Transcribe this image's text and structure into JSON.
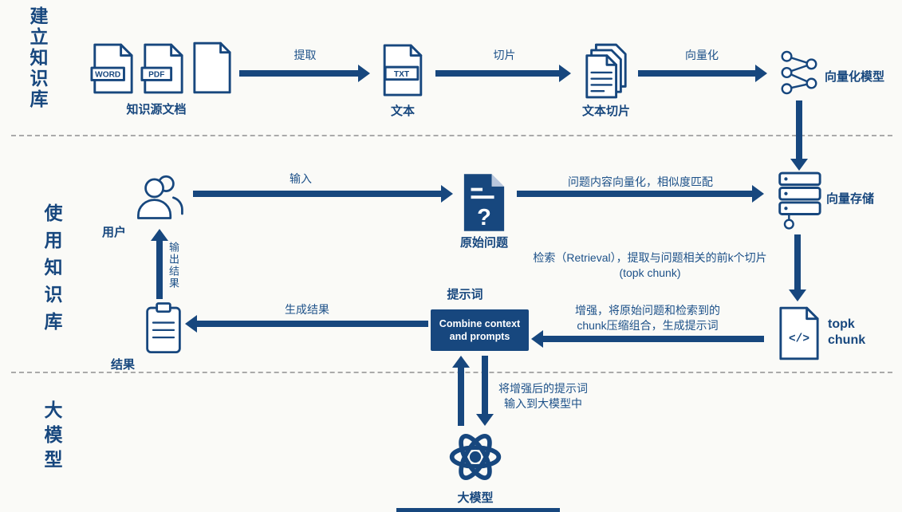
{
  "colors": {
    "primary": "#17477e",
    "labeltext": "#1d5189",
    "background": "#fafaf7",
    "divider": "#aaaaaa"
  },
  "sections": {
    "build": "建立知识库",
    "use": "使用知识库",
    "model": "大模型"
  },
  "build": {
    "source_docs": {
      "label": "知识源文档",
      "word_badge": "WORD",
      "pdf_badge": "PDF"
    },
    "extract_arrow": "提取",
    "text_doc": {
      "label": "文本",
      "badge": "TXT"
    },
    "slice_arrow": "切片",
    "chunks_doc": {
      "label": "文本切片"
    },
    "vectorize_arrow": "向量化",
    "embed_model": {
      "label": "向量化模型"
    }
  },
  "use": {
    "user": {
      "label": "用户"
    },
    "input_arrow": "输入",
    "question": {
      "label": "原始问题",
      "glyph": "?"
    },
    "match_arrow": "问题内容向量化，相似度匹配",
    "vector_store": {
      "label": "向量存储"
    },
    "retrieval_note_1": "检索（Retrieval），提取与问题相关的前k个切片",
    "retrieval_note_2": "(topk chunk)",
    "topk": {
      "label_1": "topk",
      "label_2": "chunk",
      "glyph": "</>"
    },
    "augment_note_1": "增强，将原始问题和检索到的",
    "augment_note_2": "chunk压缩组合，生成提示词",
    "combine": {
      "title": "提示词",
      "line_1": "Combine context",
      "line_2": "and prompts"
    },
    "generate_arrow": "生成结果",
    "result": {
      "label": "结果"
    },
    "output_arrow": "输出结果"
  },
  "model": {
    "to_llm_note_1": "将增强后的提示词",
    "to_llm_note_2": "输入到大模型中",
    "llm": {
      "label": "大模型"
    }
  }
}
